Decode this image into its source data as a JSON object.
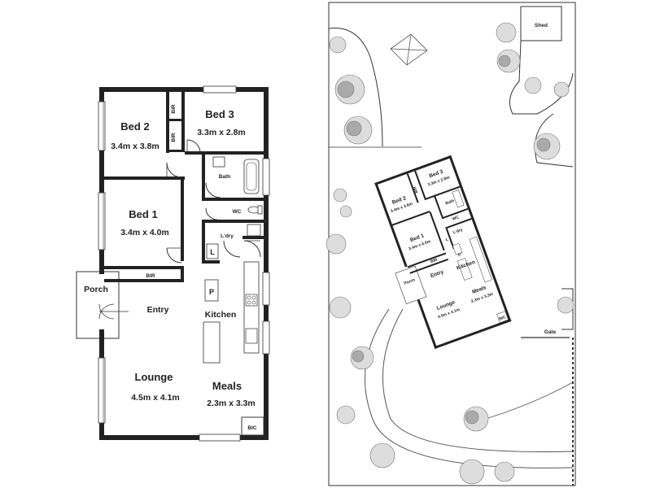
{
  "floor_plan": {
    "rooms": {
      "bed2": {
        "name": "Bed 2",
        "dim": "3.4m x 3.8m"
      },
      "bed3": {
        "name": "Bed 3",
        "dim": "3.3m x 2.8m"
      },
      "bed1": {
        "name": "Bed 1",
        "dim": "3.4m x 4.0m"
      },
      "lounge": {
        "name": "Lounge",
        "dim": "4.5m x 4.1m"
      },
      "meals": {
        "name": "Meals",
        "dim": "2.3m x 3.3m"
      },
      "bath": "Bath",
      "wc": "WC",
      "laundry": "L'dry",
      "porch": "Porch",
      "entry": "Entry",
      "kitchen": "Kitchen",
      "bir": "BIR",
      "bic": "BIC",
      "fridge_mark": "P",
      "laundry_mark": "L"
    }
  },
  "site_plan": {
    "shed": "Shed",
    "gate": "Gate",
    "rooms": {
      "bed2": {
        "name": "Bed 2",
        "dim": "3.4m x 3.8m"
      },
      "bed3": {
        "name": "Bed 3",
        "dim": "3.3m x 2.8m"
      },
      "bed1": {
        "name": "Bed 1",
        "dim": "3.4m x 4.0m"
      },
      "lounge": {
        "name": "Lounge",
        "dim": "4.5m x 4.1m"
      },
      "meals": {
        "name": "Meals",
        "dim": "2.3m x 3.3m"
      },
      "bath": "Bath",
      "wc": "WC",
      "laundry": "L'dry",
      "porch": "Porch",
      "entry": "Entry",
      "kitchen": "Kitchen",
      "bir": "BIR",
      "bic": "BIC",
      "fridge_mark": "P",
      "laundry_mark": "L"
    }
  }
}
